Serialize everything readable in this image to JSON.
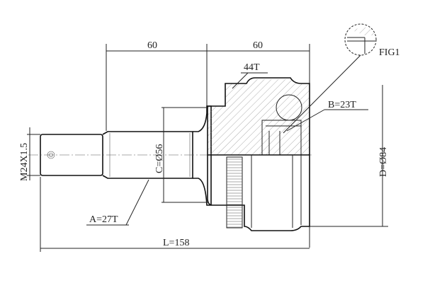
{
  "drawing": {
    "dim_left_width": "60",
    "dim_right_width": "60",
    "outer_teeth": "44T",
    "fig_label": "FIG1",
    "inner_spline": "B=23T",
    "outer_diameter": "D=Ø84",
    "thread": "M24X1.5",
    "seal_diameter": "C=Ø56",
    "shaft_spline": "A=27T",
    "total_length": "L=158"
  },
  "colors": {
    "line": "#222222",
    "hatch": "#777777"
  }
}
